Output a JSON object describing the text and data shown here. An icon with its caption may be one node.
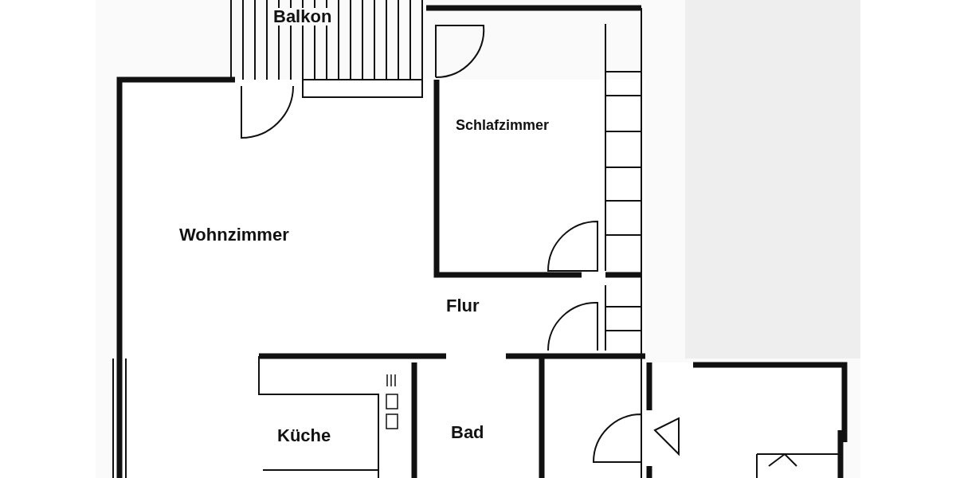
{
  "diagram": {
    "nodes": [
      {
        "text": [
          "Balkon"
        ]
      },
      {
        "text": [
          "Schlafzimmer"
        ]
      },
      {
        "text": [
          "Wohnzimmer"
        ]
      },
      {
        "text": [
          "Flur"
        ]
      },
      {
        "text": [
          "Küche"
        ]
      },
      {
        "text": [
          "Bad"
        ]
      }
    ]
  }
}
